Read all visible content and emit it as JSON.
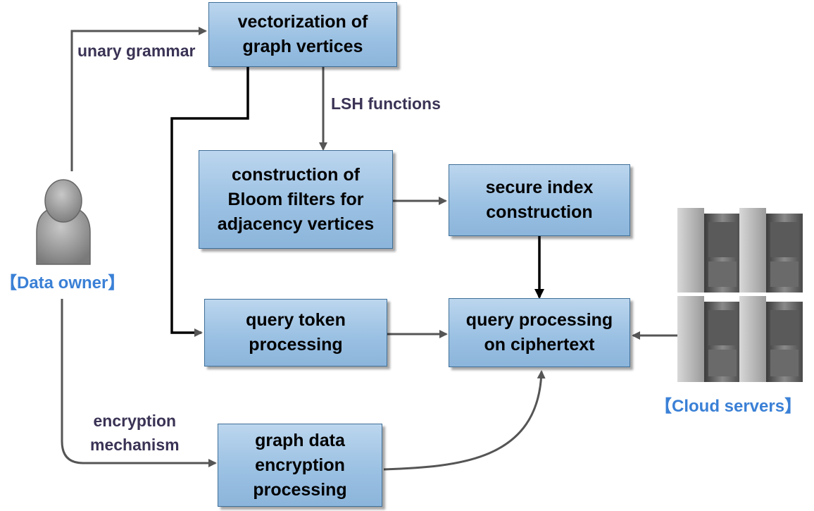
{
  "boxes": {
    "vectorization": "vectorization of\ngraph vertices",
    "bloom": "construction of\nBloom filters for\nadjacency vertices",
    "secure_index": "secure index\nconstruction",
    "query_token": "query token\nprocessing",
    "query_processing": "query processing\non ciphertext",
    "encryption": "graph data\nencryption\nprocessing"
  },
  "edge_labels": {
    "unary_grammar": "unary grammar",
    "lsh": "LSH functions",
    "encryption_mechanism": "encryption\nmechanism"
  },
  "actors": {
    "data_owner": "【Data owner】",
    "cloud_servers": "【Cloud servers】"
  },
  "icons": {
    "data_owner": "user-icon",
    "cloud_servers": "server-rack-icon"
  },
  "colors": {
    "box_fill": "#9bc1e3",
    "box_border": "#3f6f98",
    "arrow": "#555555",
    "actor_label": "#3a80d6",
    "edge_label": "#3b3355"
  }
}
